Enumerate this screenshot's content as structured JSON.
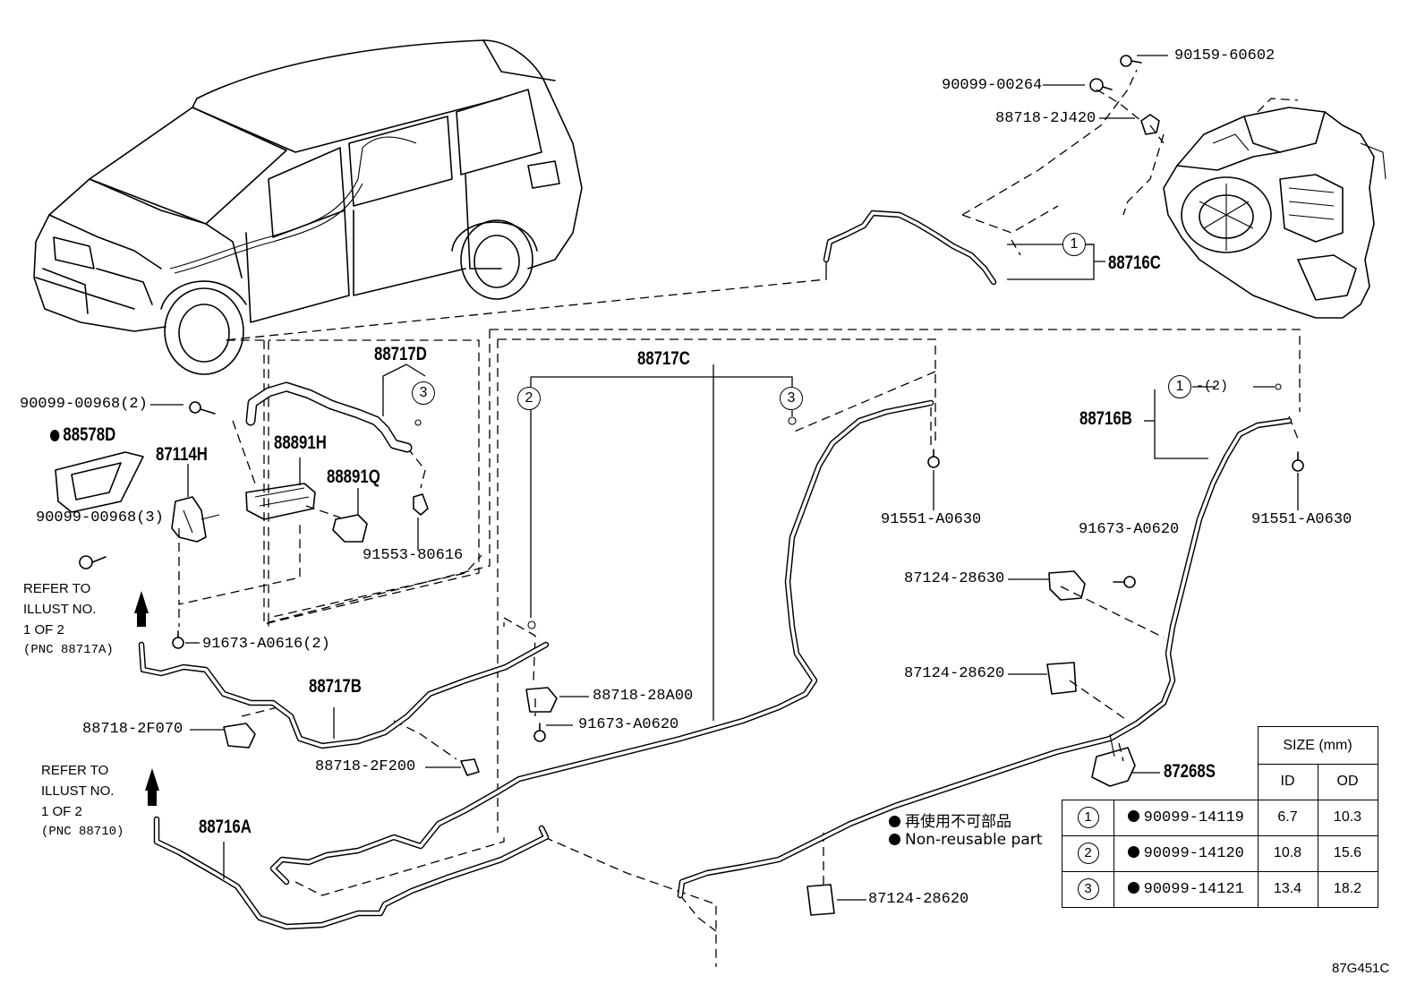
{
  "figure_code": "87G451C",
  "parts": {
    "p90159_60602": "90159-60602",
    "p90099_00264": "90099-00264",
    "p88718_2J420": "88718-2J420",
    "p88716C": "88716C",
    "p88717D": "88717D",
    "p88717C": "88717C",
    "p90099_00968_2": "90099-00968(2)",
    "p88578D": "88578D",
    "p87114H": "87114H",
    "p88891H": "88891H",
    "p88891Q": "88891Q",
    "p90099_00968_3": "90099-00968(3)",
    "p91553_80616": "91553-80616",
    "p91551_A0630_a": "91551-A0630",
    "p91551_A0630_b": "91551-A0630",
    "p88716B": "88716B",
    "p91673_A0620_a": "91673-A0620",
    "p87124_28630": "87124-28630",
    "p87124_28620_a": "87124-28620",
    "p91673_A0616_2": "91673-A0616(2)",
    "p88717B": "88717B",
    "p88718_28A00": "88718-28A00",
    "p91673_A0620_b": "91673-A0620",
    "p88718_2F070": "88718-2F070",
    "p88718_2F200": "88718-2F200",
    "p87268S": "87268S",
    "p88716A": "88716A",
    "p87124_28620_b": "87124-28620"
  },
  "circle_refs": {
    "one": "1",
    "two": "2",
    "three": "3",
    "one_qty": "-(2)"
  },
  "refer_1": [
    "REFER TO",
    "ILLUST NO.",
    "1 OF 2",
    "(PNC 88717A)"
  ],
  "refer_2": [
    "REFER TO",
    "ILLUST NO.",
    "1 OF 2",
    "(PNC 88710)"
  ],
  "legend": {
    "jp": "再使用不可部品",
    "en": "Non-reusable part"
  },
  "size_table": {
    "size_header": "SIZE (mm)",
    "id_header": "ID",
    "od_header": "OD",
    "rows": [
      {
        "ref": "1",
        "part": "90099-14119",
        "id": "6.7",
        "od": "10.3"
      },
      {
        "ref": "2",
        "part": "90099-14120",
        "id": "10.8",
        "od": "15.6"
      },
      {
        "ref": "3",
        "part": "90099-14121",
        "id": "13.4",
        "od": "18.2"
      }
    ]
  },
  "colors": {
    "ink": "#000000",
    "paper": "#ffffff"
  }
}
